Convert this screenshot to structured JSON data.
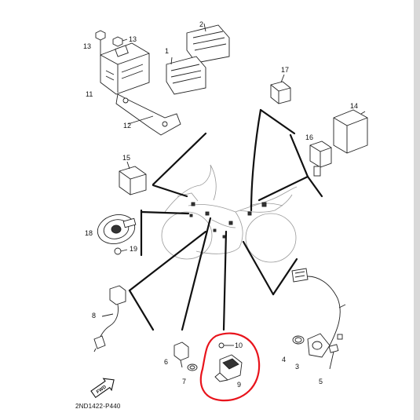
{
  "diagram": {
    "catalog_code": "2ND1422-P440",
    "direction_label": "FWD",
    "highlight_color": "#e8141c",
    "highlighted_parts": [
      "9",
      "10"
    ],
    "callouts": [
      {
        "id": "1",
        "label": "1"
      },
      {
        "id": "2",
        "label": "2"
      },
      {
        "id": "3",
        "label": "3"
      },
      {
        "id": "4",
        "label": "4"
      },
      {
        "id": "5",
        "label": "5"
      },
      {
        "id": "6",
        "label": "6"
      },
      {
        "id": "7",
        "label": "7"
      },
      {
        "id": "8",
        "label": "8"
      },
      {
        "id": "9",
        "label": "9"
      },
      {
        "id": "10",
        "label": "10"
      },
      {
        "id": "11",
        "label": "11"
      },
      {
        "id": "12",
        "label": "12"
      },
      {
        "id": "13a",
        "label": "13"
      },
      {
        "id": "13b",
        "label": "13"
      },
      {
        "id": "14",
        "label": "14"
      },
      {
        "id": "15",
        "label": "15"
      },
      {
        "id": "16",
        "label": "16"
      },
      {
        "id": "17",
        "label": "17"
      },
      {
        "id": "18",
        "label": "18"
      },
      {
        "id": "19",
        "label": "19"
      }
    ]
  }
}
